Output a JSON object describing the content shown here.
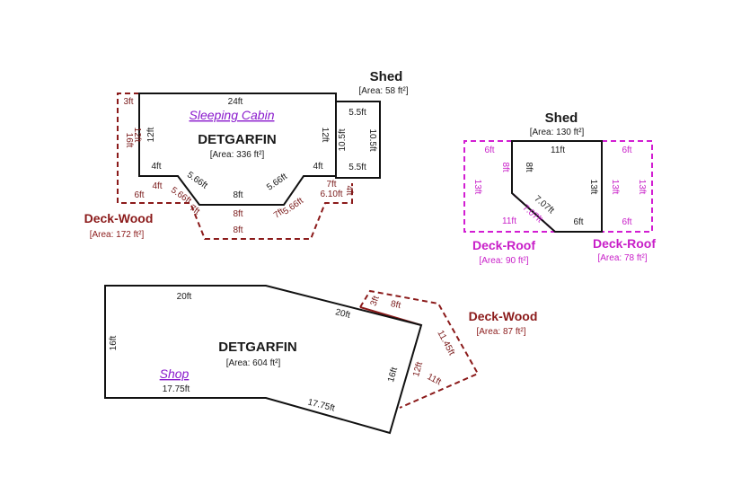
{
  "top_left": {
    "cabin": {
      "name": "DETGARFIN",
      "area": "[Area: 336 ft²]",
      "link": "Sleeping Cabin",
      "dims": {
        "top": "24ft",
        "left": "12ft",
        "right": "12ft",
        "step_l": "4ft",
        "step_r": "4ft",
        "diag_l": "5.66ft",
        "diag_r": "5.66ft",
        "bottom": "8ft"
      }
    },
    "shed": {
      "name": "Shed",
      "area": "[Area: 58 ft²]",
      "dims": {
        "top": "5.5ft",
        "bottom": "5.5ft",
        "left": "10.5ft",
        "right": "10.5ft"
      }
    },
    "deck": {
      "name": "Deck-Wood",
      "area": "[Area: 172 ft²]",
      "dims": {
        "top": "3ft",
        "left": "16ft",
        "side": "12ft",
        "step_l": "4ft",
        "step_l2": "6ft",
        "diag_l": "5.66ft",
        "diag_l2": "7ft",
        "inner_bottom": "8ft",
        "outer_bottom": "8ft",
        "diag_r": "7ft",
        "diag_r2": "5.66ft",
        "right_top": "7ft",
        "right_bottom": "6.10ft",
        "right_side": "4ft"
      }
    }
  },
  "top_right": {
    "shed": {
      "name": "Shed",
      "area": "[Area: 130 ft²]",
      "dims": {
        "top": "11ft",
        "left": "8ft",
        "right": "13ft",
        "diag": "7.07ft",
        "bottom": "6ft"
      }
    },
    "roof_left": {
      "name": "Deck-Roof",
      "area": "[Area: 90 ft²]",
      "dims": {
        "top": "6ft",
        "left": "13ft",
        "inner": "8ft",
        "bottom": "11ft",
        "diag": "7.07ft"
      }
    },
    "roof_right": {
      "name": "Deck-Roof",
      "area": "[Area: 78 ft²]",
      "dims": {
        "top": "6ft",
        "bottom": "6ft",
        "left": "13ft",
        "right": "13ft"
      }
    }
  },
  "bottom": {
    "shop": {
      "name": "DETGARFIN",
      "area": "[Area: 604 ft²]",
      "link": "Shop",
      "dims": {
        "top": "20ft",
        "top_diag": "20ft",
        "left": "16ft",
        "bottom": "17.75ft",
        "bottom_diag": "17.75ft",
        "right": "16ft"
      }
    },
    "deck": {
      "name": "Deck-Wood",
      "area": "[Area: 87 ft²]",
      "dims": {
        "short": "3ft",
        "top": "8ft",
        "diag": "11.45ft",
        "side": "12ft",
        "bottom": "11ft"
      }
    }
  }
}
